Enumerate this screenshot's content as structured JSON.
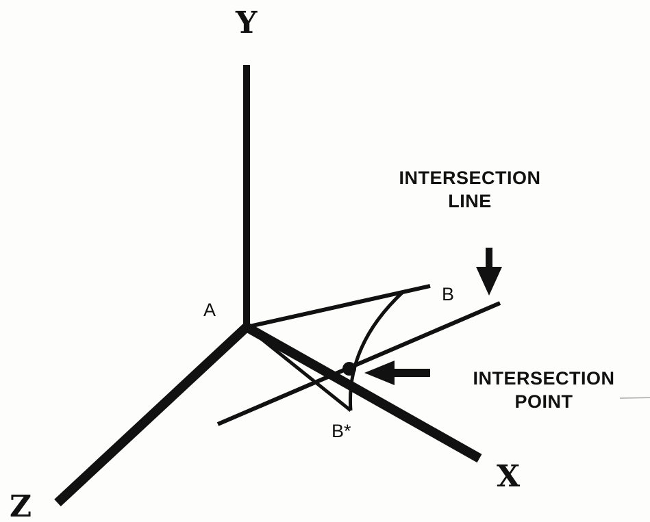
{
  "axes": {
    "y_label": "Y",
    "x_label": "X",
    "z_label": "Z"
  },
  "points": {
    "a_label": "A",
    "b_label": "B",
    "b_star_label": "B*"
  },
  "callouts": {
    "intersection_line": [
      "INTERSECTION",
      "LINE"
    ],
    "intersection_point": [
      "INTERSECTION",
      "POINT"
    ]
  },
  "colors": {
    "ink": "#111111",
    "paper": "#fdfdfb"
  }
}
